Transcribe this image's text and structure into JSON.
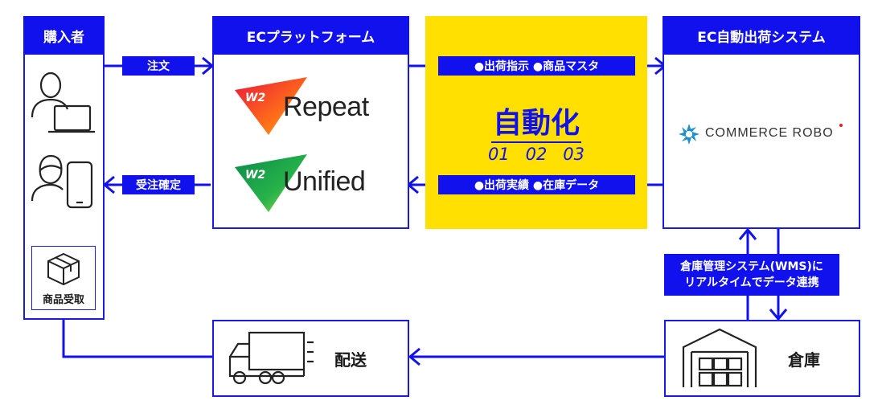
{
  "buyer": {
    "title": "購入者",
    "receive_label": "商品受取"
  },
  "ec_platform": {
    "title": "ECプラットフォーム",
    "product1": "Repeat",
    "product2": "Unified",
    "logo_mark": "W2"
  },
  "auto": {
    "title": "自動化",
    "steps": [
      "01",
      "02",
      "03"
    ]
  },
  "shipping_system": {
    "title": "EC自動出荷システム",
    "logo_text": "COMMERCE ROBO"
  },
  "flows": {
    "order": "注文",
    "order_confirm": "受注確定",
    "ship_instruction": "●出荷指示 ●商品マスタ",
    "ship_result": "●出荷実績 ●在庫データ",
    "wms_line1": "倉庫管理システム(WMS)に",
    "wms_line2": "リアルタイムでデータ連携"
  },
  "delivery": {
    "label": "配送"
  },
  "warehouse": {
    "label": "倉庫"
  },
  "colors": {
    "blue": "#1111ee",
    "yellow": "#ffe000"
  }
}
